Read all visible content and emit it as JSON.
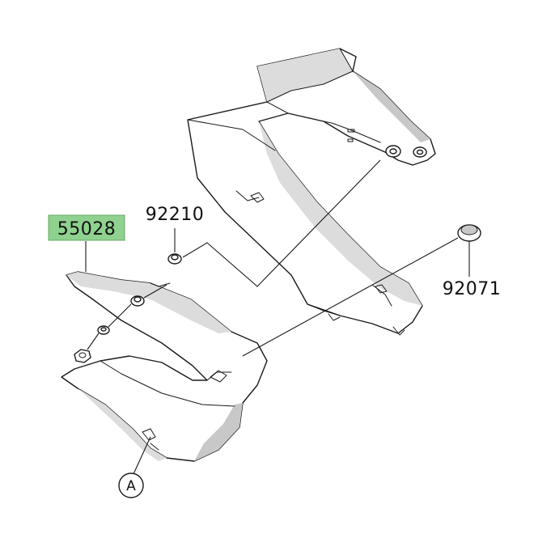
{
  "diagram": {
    "highlight_color": "#8fd18f",
    "callouts": [
      {
        "id": "55028",
        "label": "55028",
        "highlighted": true
      },
      {
        "id": "92210",
        "label": "92210",
        "highlighted": false
      },
      {
        "id": "92071",
        "label": "92071",
        "highlighted": false
      }
    ],
    "reference_marker": {
      "label": "A"
    }
  }
}
